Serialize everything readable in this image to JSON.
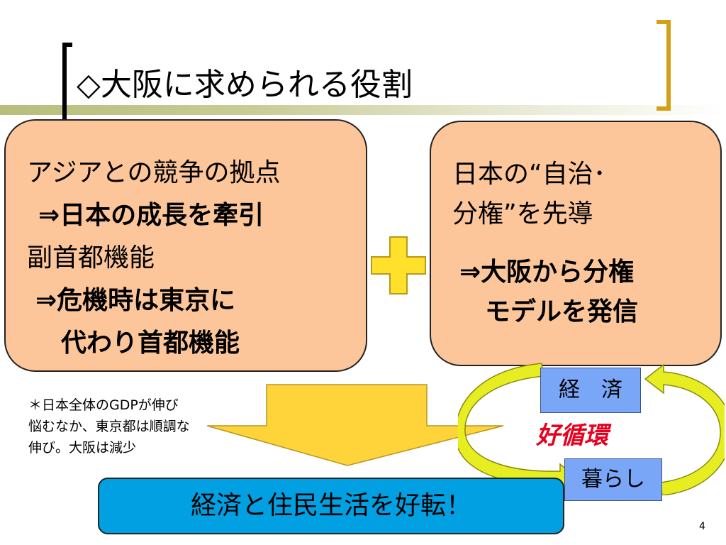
{
  "slide": {
    "title": "◇大阪に求められる役割",
    "page_number": "4"
  },
  "left_box": {
    "line1": "アジアとの競争の拠点",
    "line2": "⇒日本の成長を牽引",
    "line3": "副首都機能",
    "line4": "⇒危機時は東京に",
    "line5": "代わり首都機能"
  },
  "right_box": {
    "line1": "日本の“自治･",
    "line2": "分権”を先導",
    "line3": "⇒大阪から分権",
    "line4": "モデルを発信"
  },
  "note": {
    "line1": "＊日本全体のGDPが伸び",
    "line2": "悩むなか、東京都は順調な",
    "line3": "伸び。大阪は減少"
  },
  "cycle": {
    "top_label": "経　済",
    "bottom_label": "暮らし",
    "center_label": "好循環"
  },
  "conclusion": "経済と住民生活を好転！",
  "colors": {
    "peach": "#fcc69a",
    "plus": "#ffe12b",
    "arrow": "#ffd43a",
    "cycle_arrow": "#e6ee22",
    "label_blue": "#7aa6f7",
    "conclusion_blue": "#00a0e2",
    "cycle_text_red": "#e8001f",
    "bracket_gold": "#d4a017"
  },
  "icons": [
    "plus-icon",
    "down-arrow-icon",
    "cycle-arrows-icon"
  ]
}
